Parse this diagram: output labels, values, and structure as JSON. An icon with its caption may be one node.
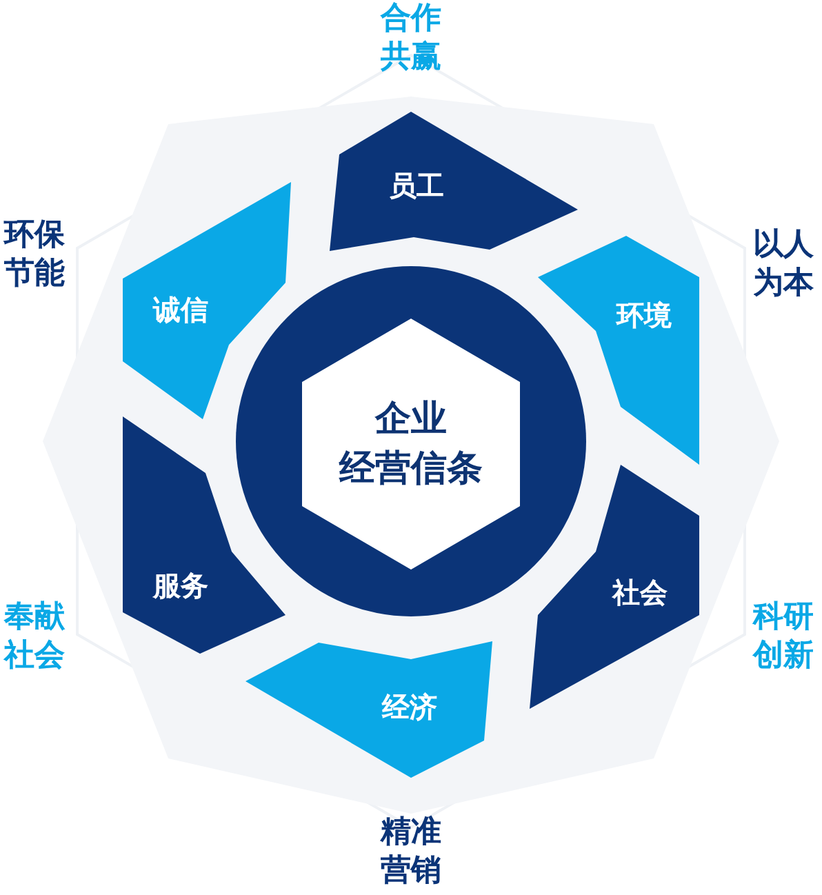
{
  "diagram": {
    "nodes": [
      {
        "text": [
          "企业经营信条"
        ]
      },
      {
        "text": [
          "员工"
        ]
      },
      {
        "text": [
          "环境"
        ]
      },
      {
        "text": [
          "社会"
        ]
      },
      {
        "text": [
          "经济"
        ]
      },
      {
        "text": [
          "服务"
        ]
      },
      {
        "text": [
          "诚信"
        ]
      }
    ],
    "labels": [
      "合作共赢",
      "环保节能",
      "以人为本",
      "奉献社会",
      "科研创新",
      "精准营销"
    ]
  }
}
